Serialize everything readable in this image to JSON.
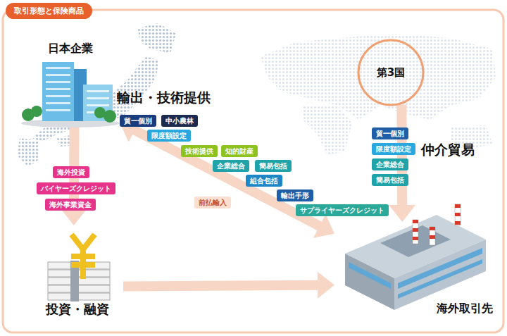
{
  "diagram": {
    "title": "取引形態と保険商品",
    "nodes": [
      {
        "text": [
          "日本企業"
        ]
      },
      {
        "text": [
          "第3国"
        ]
      },
      {
        "text": [
          "貿一個別"
        ]
      },
      {
        "text": [
          "中小農林"
        ]
      },
      {
        "text": [
          "限度額設定"
        ]
      },
      {
        "text": [
          "技術提供"
        ]
      },
      {
        "text": [
          "知的財産"
        ]
      },
      {
        "text": [
          "企業総合"
        ]
      },
      {
        "text": [
          "簡易包括"
        ]
      },
      {
        "text": [
          "組合包括"
        ]
      },
      {
        "text": [
          "輸出手形"
        ]
      },
      {
        "text": [
          "前払輸入"
        ]
      },
      {
        "text": [
          "サプライヤーズクレジット"
        ]
      },
      {
        "text": [
          "貿一個別"
        ]
      },
      {
        "text": [
          "限度額設定"
        ]
      },
      {
        "text": [
          "企業総合"
        ]
      },
      {
        "text": [
          "簡易包括"
        ]
      },
      {
        "text": [
          "海外投資"
        ]
      },
      {
        "text": [
          "バイヤーズクレジット"
        ]
      },
      {
        "text": [
          "海外事業資金"
        ]
      },
      {
        "text": [
          "投資・融資"
        ]
      },
      {
        "text": [
          "海外取引先"
        ]
      }
    ],
    "edges": [
      {
        "from": 0,
        "to": 20,
        "arrow": "to"
      },
      {
        "from": 20,
        "to": 21,
        "arrow": "to"
      },
      {
        "from": 1,
        "to": 21,
        "arrow": "to"
      },
      {
        "from": 0,
        "to": 21,
        "arrow": "both"
      }
    ],
    "labels": [
      "輸出・技術提供",
      "仲介貿易"
    ]
  }
}
